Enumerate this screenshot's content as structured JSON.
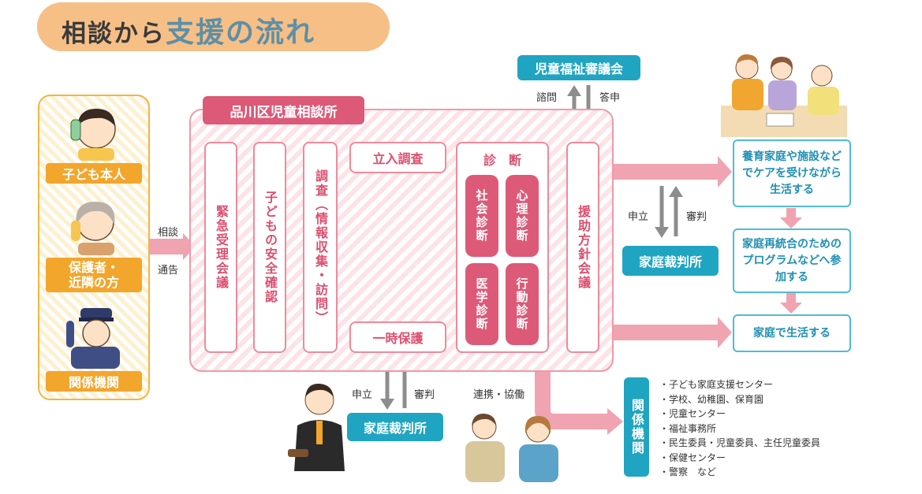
{
  "title": {
    "prefix": "相談から",
    "emphasis": "支援の流れ"
  },
  "sources": {
    "child": "子ども本人",
    "guardian_line1": "保護者・",
    "guardian_line2": "近隣の方",
    "agencies": "関係機関"
  },
  "flow_labels": {
    "consult": "相談",
    "notify": "通告"
  },
  "center": {
    "name": "品川区児童相談所",
    "emergency": "緊急受理会議",
    "safety": "子どもの安全確認",
    "investigation": "調査（情報収集・訪問）",
    "onsite": "立入調査",
    "temp_protection": "一時保護",
    "diagnosis_title": "診　断",
    "social": "社会診断",
    "psych": "心理診断",
    "medical": "医学診断",
    "behavior": "行動診断",
    "policy": "援助方針会議"
  },
  "council": {
    "name": "児童福祉審議会",
    "inquiry": "諮問",
    "report": "答申"
  },
  "court": {
    "name": "家庭裁判所",
    "apply": "申立",
    "ruling": "審判"
  },
  "court_bottom": {
    "name": "家庭裁判所",
    "apply": "申立",
    "ruling": "審判"
  },
  "outcomes": [
    "養育家庭や施設などでケアを受けながら生活する",
    "家庭再統合のためのプログラムなどへ参加する",
    "家庭で生活する"
  ],
  "cooperation": "連携・協働",
  "related": {
    "title": "関係機関",
    "items": [
      "子ども家庭支援センター",
      "学校、幼稚園、保育園",
      "児童センター",
      "福祉事務所",
      "民生委員・児童委員、主任児童委員",
      "保健センター",
      "警察　など"
    ]
  },
  "colors": {
    "pink": "#dc5a78",
    "teal": "#1fa5c2",
    "orange": "#f2a62c",
    "arrow_pink": "#f0a3b0",
    "arrow_gray": "#8d8d8d"
  }
}
